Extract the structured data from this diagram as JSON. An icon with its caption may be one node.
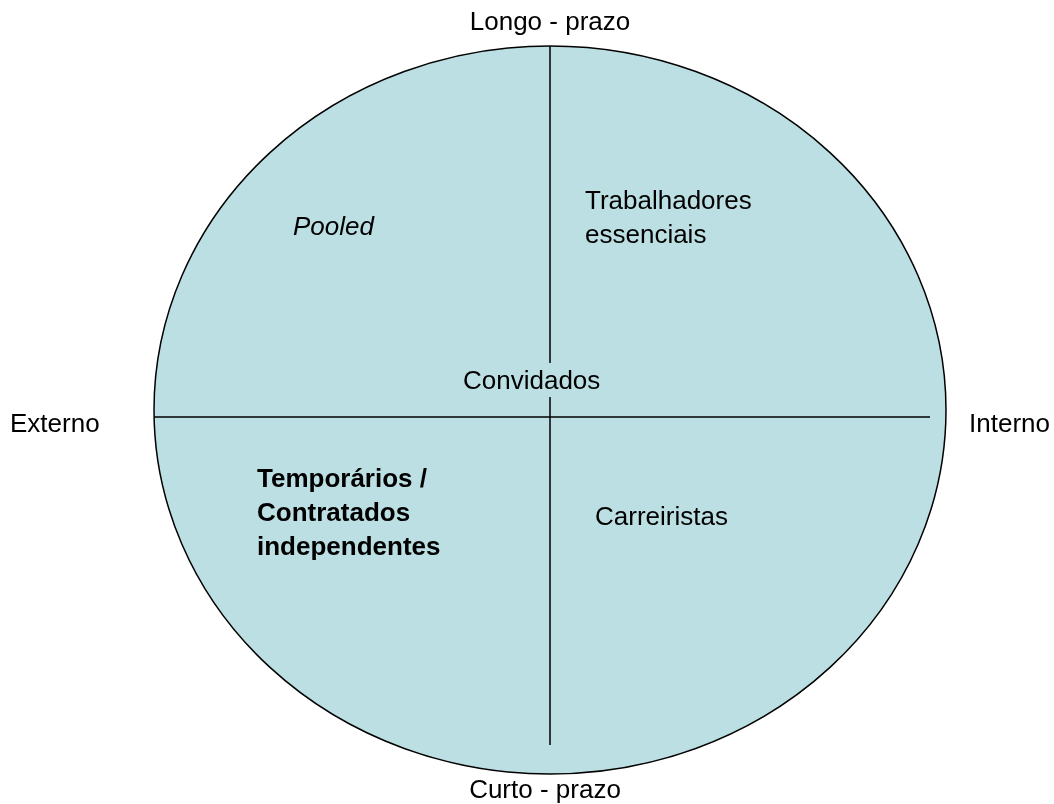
{
  "diagram": {
    "nodes": [
      {
        "text": [
          "Pooled",
          "Trabalhadores essenciais",
          "Convidados",
          "Temporários / Contratados independentes",
          "Carreiristas"
        ]
      }
    ],
    "labels": [
      "Longo - prazo",
      "Externo",
      "Interno",
      "Curto - prazo"
    ]
  }
}
